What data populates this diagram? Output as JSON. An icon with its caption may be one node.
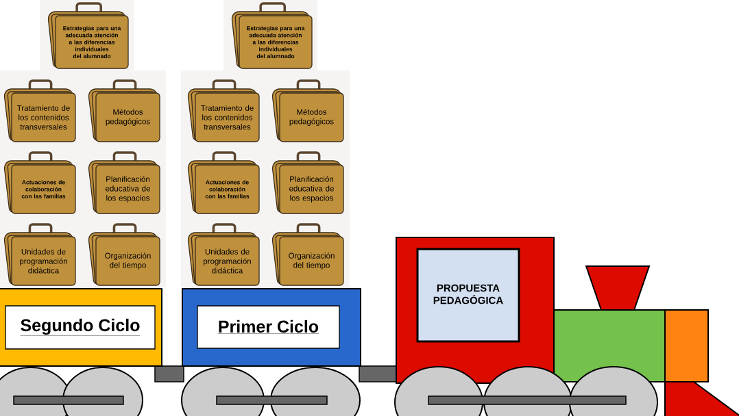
{
  "diagram": {
    "nodes": [
      {
        "text": [
          "Estrategias para una adecuada atención a las diferencias individuales del alumnado"
        ]
      },
      {
        "text": [
          "Tratamiento de los contenidos transversales"
        ]
      },
      {
        "text": [
          "Métodos pedagógicos"
        ]
      },
      {
        "text": [
          "Actuaciones de colaboración con las familias"
        ]
      },
      {
        "text": [
          "Planificación educativa de los espacios"
        ]
      },
      {
        "text": [
          "Unidades de programación didáctica"
        ]
      },
      {
        "text": [
          "Organización del tiempo"
        ]
      },
      {
        "text": [
          "Estrategias para una adecuada atención a las diferencias individuales del alumnado"
        ]
      },
      {
        "text": [
          "Tratamiento de los contenidos transversales"
        ]
      },
      {
        "text": [
          "Métodos pedagógicos"
        ]
      },
      {
        "text": [
          "Actuaciones de colaboración con las familias"
        ]
      },
      {
        "text": [
          "Planificación educativa de los espacios"
        ]
      },
      {
        "text": [
          "Unidades de programación didáctica"
        ]
      },
      {
        "text": [
          "Organización del tiempo"
        ]
      },
      {
        "text": [
          "Segundo Ciclo"
        ]
      },
      {
        "text": [
          "Primer Ciclo"
        ]
      },
      {
        "text": [
          "PROPUESTA PEDAGÓGICA"
        ]
      }
    ]
  }
}
